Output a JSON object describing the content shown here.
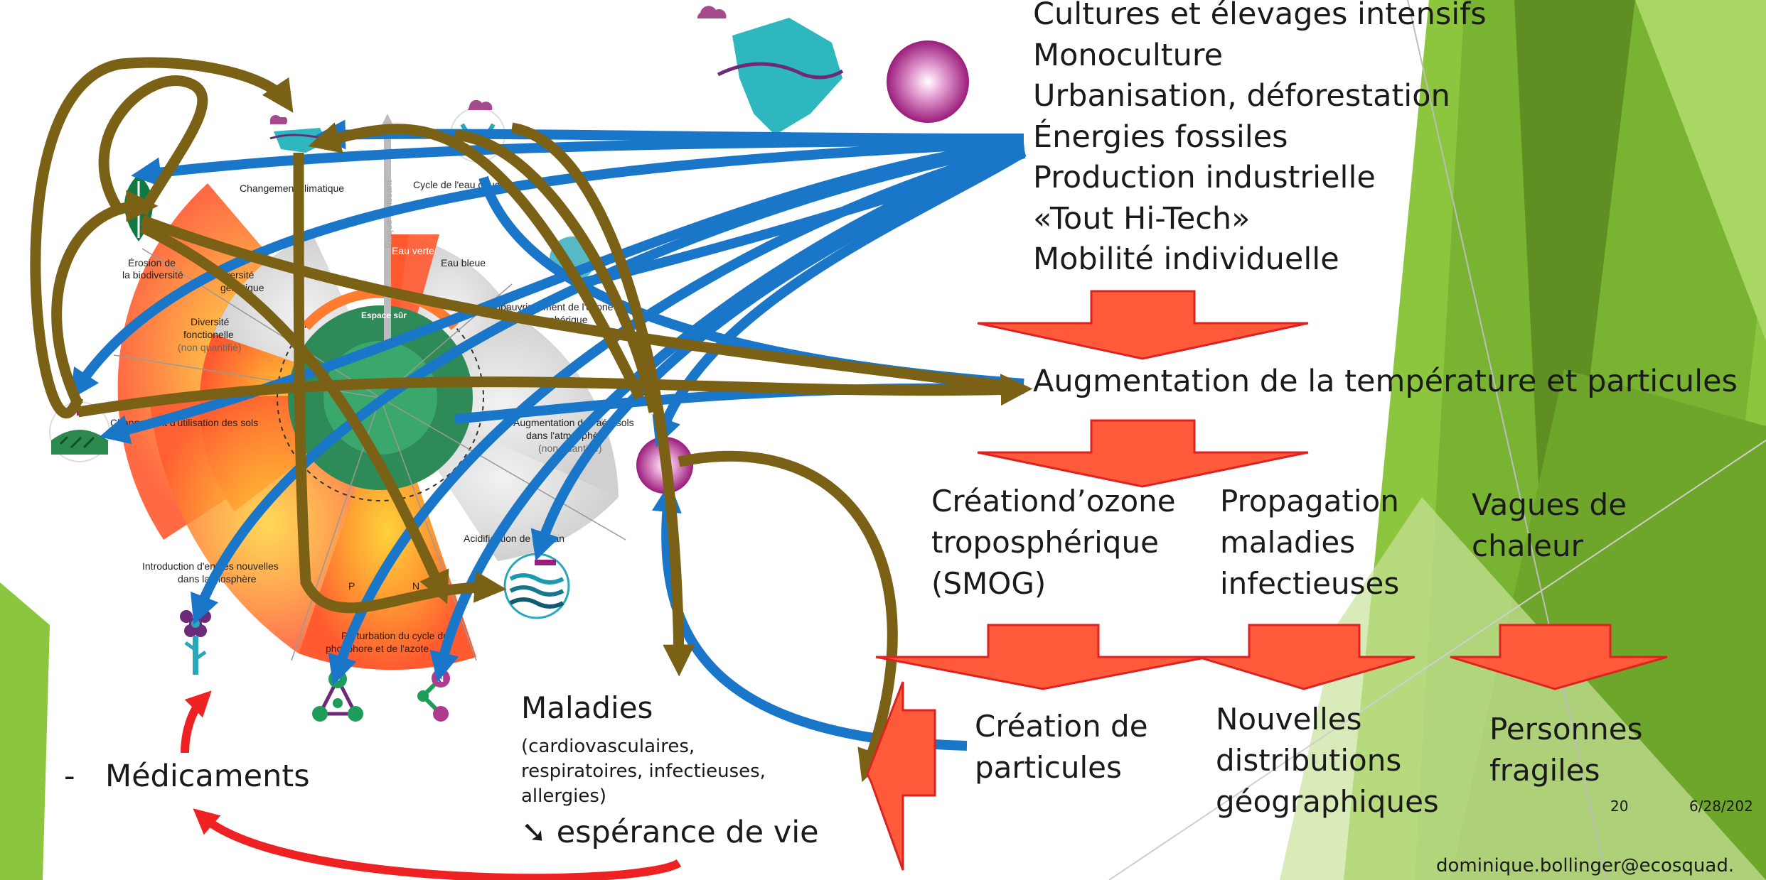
{
  "drivers": [
    "Cultures et élevages intensifs",
    "Monoculture",
    "Urbanisation, déforestation",
    "Énergies fossiles",
    "Production industrielle",
    "«Tout Hi-Tech»",
    "Mobilité individuelle"
  ],
  "temperature": "Augmentation de la température et particules",
  "effects": {
    "ozone": [
      "Créationd’ozone",
      "troposphérique",
      "(SMOG)"
    ],
    "propagation": [
      "Propagation",
      "maladies",
      "infectieuses"
    ],
    "heat": [
      "Vagues de",
      "chaleur"
    ]
  },
  "consequences": {
    "particles": [
      "Création de",
      "particules"
    ],
    "distributions": [
      "Nouvelles",
      "distributions",
      "géographiques"
    ],
    "fragile": [
      "Personnes",
      "fragiles"
    ]
  },
  "diseases": {
    "title": "Maladies",
    "details": [
      "(cardiovasculaires,",
      "respiratoires, infectieuses,",
      "allergies)"
    ],
    "life": "➘ espérance de vie"
  },
  "medication": {
    "dash": "-",
    "label": "Médicaments"
  },
  "footer": {
    "page": "20",
    "date": "6/28/202",
    "email": "dominique.bollinger@ecosquad."
  },
  "boundaries": {
    "climate": "Changement climatique",
    "water_cycle": "Cycle de l'eau douce",
    "risk": "Risque croissant",
    "green_water": "Eau verte",
    "blue_water": "Eau bleue",
    "biosphere_1": "Érosion de",
    "biosphere_2": "la biodiversité",
    "genetic_1": "Diversité",
    "genetic_2": "génétique",
    "functional_1": "Diversité",
    "functional_2": "fonctionelle",
    "functional_3": "(non quantifié)",
    "ozone_1": "Appauvrissement de l'ozone",
    "ozone_2": "stratosphérique",
    "safe_space": "Espace sûr",
    "land_use": "Changement d'utilisation des sols",
    "aerosols_1": "Augmentation des aérosols",
    "aerosols_2": "dans l'atmosphère",
    "aerosols_3": "(non quantifié)",
    "acidification": "Acidification de l'océan",
    "novel_1": "Introduction d'entités nouvelles",
    "novel_2": "dans la biosphère",
    "phosphorus": "P",
    "nitrogen": "N",
    "nutrients_1": "Perturbation du cycle du",
    "nutrients_2": "phosphore et de l'azote",
    "p_badge": "P",
    "n_badge": "N"
  }
}
